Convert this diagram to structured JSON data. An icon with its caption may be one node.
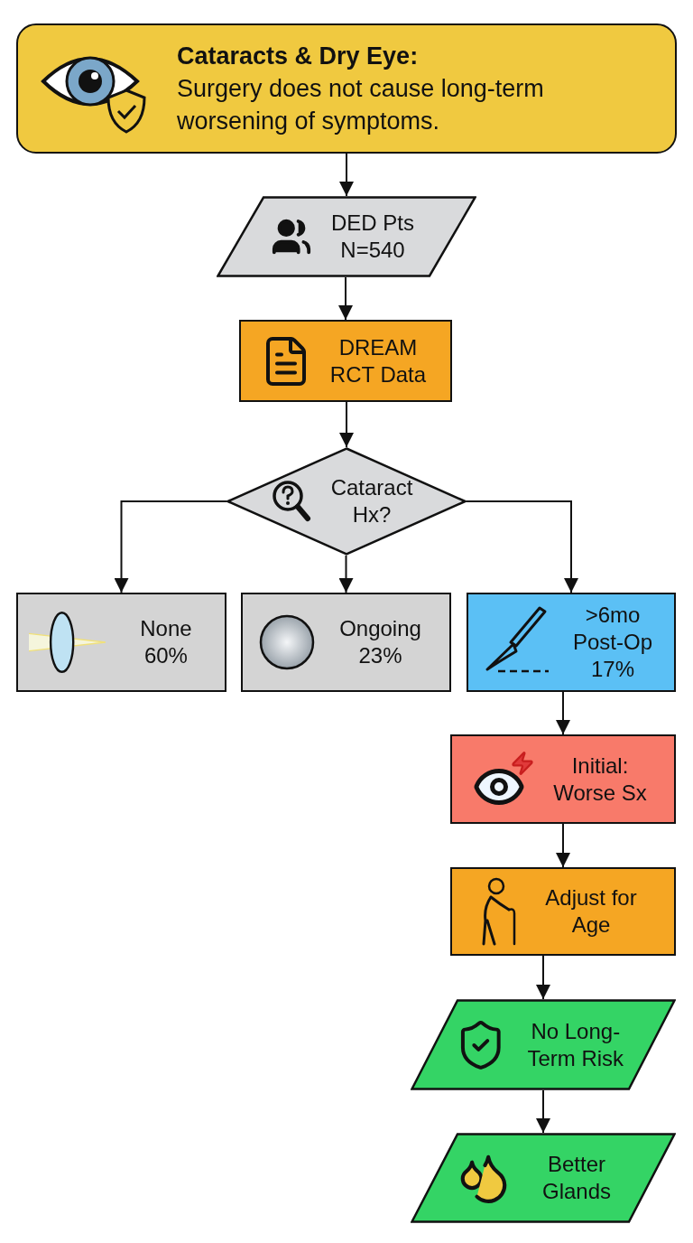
{
  "diagram": {
    "nodes": [
      {
        "text": [
          "Cataracts & Dry Eye:",
          "Surgery does not cause long-term worsening of symptoms."
        ]
      },
      {
        "text": [
          "DED Pts N=540"
        ]
      },
      {
        "text": [
          "DREAM RCT Data"
        ]
      },
      {
        "text": [
          "Cataract Hx?"
        ]
      },
      {
        "text": [
          "None 60%"
        ]
      },
      {
        "text": [
          "Ongoing 23%"
        ]
      },
      {
        "text": [
          ">6mo Post-Op 17%"
        ]
      },
      {
        "text": [
          "Initial: Worse Sx"
        ]
      },
      {
        "text": [
          "Adjust for Age"
        ]
      },
      {
        "text": [
          "No Long-Term Risk"
        ]
      },
      {
        "text": [
          "Better Glands"
        ]
      }
    ],
    "edges": [
      {
        "from": 0,
        "to": 1,
        "arrow": "to"
      },
      {
        "from": 1,
        "to": 2,
        "arrow": "to"
      },
      {
        "from": 2,
        "to": 3,
        "arrow": "to"
      },
      {
        "from": 3,
        "to": 4,
        "arrow": "to"
      },
      {
        "from": 3,
        "to": 5,
        "arrow": "to"
      },
      {
        "from": 3,
        "to": 6,
        "arrow": "to"
      },
      {
        "from": 6,
        "to": 7,
        "arrow": "to"
      },
      {
        "from": 7,
        "to": 8,
        "arrow": "to"
      },
      {
        "from": 8,
        "to": 9,
        "arrow": "to"
      },
      {
        "from": 9,
        "to": 10,
        "arrow": "to"
      }
    ]
  }
}
